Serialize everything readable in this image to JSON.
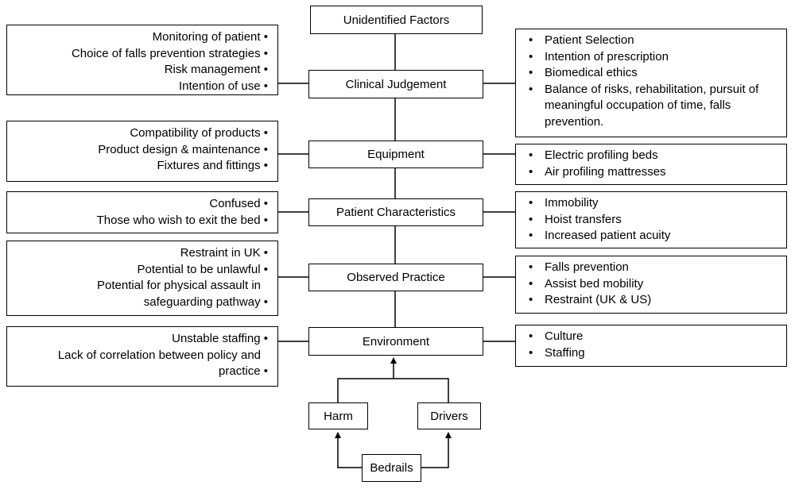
{
  "nodes": {
    "unidentified": "Unidentified Factors",
    "clinical": "Clinical Judgement",
    "equipment": "Equipment",
    "patient": "Patient Characteristics",
    "observed": "Observed Practice",
    "environment": "Environment",
    "harm": "Harm",
    "drivers": "Drivers",
    "bedrails": "Bedrails"
  },
  "left_lists": {
    "clinical": [
      "Monitoring of patient",
      "Choice of falls prevention strategies",
      "Risk management",
      "Intention of use"
    ],
    "equipment": [
      "Compatibility of products",
      "Product design & maintenance",
      "Fixtures and fittings"
    ],
    "patient": [
      "Confused",
      "Those who wish to exit the bed"
    ],
    "observed": [
      "Restraint in UK",
      "Potential to be unlawful",
      "Potential for physical assault in",
      "safeguarding pathway"
    ],
    "environment": [
      "Unstable staffing",
      "Lack of correlation between policy and",
      "practice"
    ]
  },
  "right_lists": {
    "clinical": [
      "Patient Selection",
      "Intention of prescription",
      "Biomedical ethics",
      "Balance of risks, rehabilitation, pursuit of meaningful occupation of time, falls prevention."
    ],
    "equipment": [
      "Electric profiling beds",
      "Air profiling mattresses"
    ],
    "patient": [
      "Immobility",
      "Hoist transfers",
      "Increased patient acuity"
    ],
    "observed": [
      " Falls prevention",
      " Assist bed mobility",
      " Restraint (UK & US)"
    ],
    "environment": [
      "Culture",
      "Staffing"
    ]
  }
}
